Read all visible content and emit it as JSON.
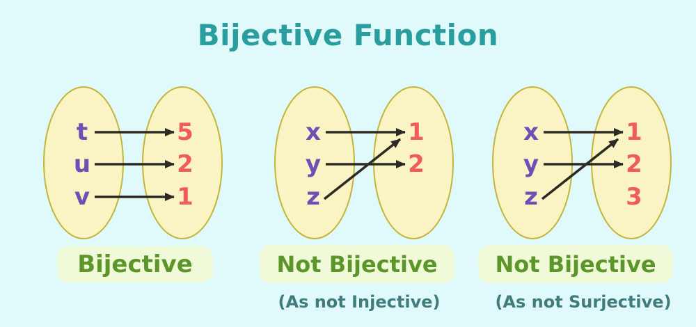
{
  "title": "Bijective Function",
  "colors": {
    "background": "#E0FAFB",
    "title": "#2A9E9E",
    "ellipse_fill": "#FAF3C3",
    "ellipse_border": "#C3B53B",
    "domain_text": "#6A51B5",
    "codomain_text": "#F05B5B",
    "arrow": "#2B2B23",
    "label_text": "#5C962B",
    "label_background": "#F0FAD8",
    "sublabel_text": "#417C7C"
  },
  "panels": [
    {
      "id": "bijective-example",
      "domain": [
        "t",
        "u",
        "v"
      ],
      "codomain": [
        "5",
        "2",
        "1"
      ],
      "mappings": [
        {
          "from": "t",
          "to": "5"
        },
        {
          "from": "u",
          "to": "2"
        },
        {
          "from": "v",
          "to": "1"
        }
      ],
      "label": "Bijective",
      "sublabel": ""
    },
    {
      "id": "not-injective-example",
      "domain": [
        "x",
        "y",
        "z"
      ],
      "codomain": [
        "1",
        "2"
      ],
      "mappings": [
        {
          "from": "x",
          "to": "1"
        },
        {
          "from": "y",
          "to": "2"
        },
        {
          "from": "z",
          "to": "1"
        }
      ],
      "label": "Not Bijective",
      "sublabel": "(As not Injective)"
    },
    {
      "id": "not-surjective-example",
      "domain": [
        "x",
        "y",
        "z"
      ],
      "codomain": [
        "1",
        "2",
        "3"
      ],
      "mappings": [
        {
          "from": "x",
          "to": "1"
        },
        {
          "from": "y",
          "to": "2"
        },
        {
          "from": "z",
          "to": "1"
        }
      ],
      "label": "Not Bijective",
      "sublabel": "(As not Surjective)"
    }
  ]
}
